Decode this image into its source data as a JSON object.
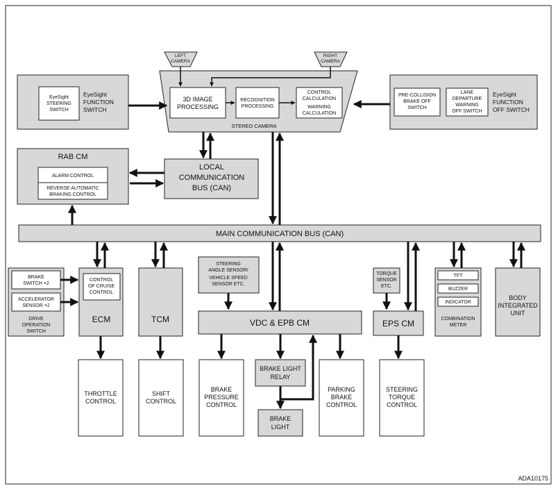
{
  "figure_id": "ADA10175",
  "stereo_camera": {
    "title": "STEREO CAMERA",
    "left_camera": [
      "LEFT",
      "CAMERA"
    ],
    "right_camera": [
      "RIGHT",
      "CAMERA"
    ],
    "image_processing": [
      "3D IMAGE",
      "PROCESSING"
    ],
    "recognition_processing": [
      "RECOGNITION",
      "PROCESSING"
    ],
    "control_calculation": [
      "CONTROL",
      "CALCULATION",
      "WARNING",
      "CALCULATION"
    ]
  },
  "eyesight_function_switch": {
    "label": [
      "EyeSight",
      "FUNCTION",
      "SWITCH"
    ],
    "steering_switch": [
      "EyeSight",
      "STEERING",
      "SWITCH"
    ]
  },
  "eyesight_function_off_switch": {
    "label": [
      "EyeSight",
      "FUNCTION",
      "OFF SWITCH"
    ],
    "pre_collision": [
      "PRE-COLLISION",
      "BRAKE OFF",
      "SWITCH"
    ],
    "lane_departure": [
      "LANE",
      "DEPARTURE",
      "WARNING",
      "OFF SWITCH"
    ]
  },
  "rab_cm": {
    "title": "RAB CM",
    "alarm_control": "ALARM CONTROL",
    "reverse_braking": [
      "REVERSE AUTOMATIC",
      "BRAKING CONTROL"
    ]
  },
  "local_bus": [
    "LOCAL",
    "COMMUNICATION",
    "BUS (CAN)"
  ],
  "main_bus": "MAIN COMMUNICATION BUS (CAN)",
  "drive_operation_switch": {
    "label": [
      "DRIVE",
      "OPERATION",
      "SWITCH"
    ],
    "brake_switch": [
      "BRAKE",
      "SWITCH ×2"
    ],
    "accelerator_sensor": [
      "ACCELERATOR",
      "SENSOR ×2"
    ]
  },
  "ecm": {
    "title": "ECM",
    "cruise": [
      "CONTROL",
      "OF CRUISE",
      "CONTROL"
    ]
  },
  "tcm": "TCM",
  "steering_angle_sensor": [
    "STEERING",
    "ANGLE SENSOR/",
    "VEHICLE SPEED",
    "SENSOR ETC."
  ],
  "vdc_epb_cm": "VDC & EPB CM",
  "torque_sensor": [
    "TORQUE",
    "SENSOR",
    "ETC."
  ],
  "eps_cm": "EPS CM",
  "combination_meter": {
    "label": [
      "COMBINATION",
      "METER"
    ],
    "tft": "TFT",
    "buzzer": "BUZZER",
    "indicator": "INDICATOR"
  },
  "body_integrated_unit": [
    "BODY",
    "INTEGRATED",
    "UNIT"
  ],
  "outputs": {
    "throttle": [
      "THROTTLE",
      "CONTROL"
    ],
    "shift": [
      "SHIFT",
      "CONTROL"
    ],
    "brake_pressure": [
      "BRAKE",
      "PRESSURE",
      "CONTROL"
    ],
    "brake_light_relay": [
      "BRAKE LIGHT",
      "RELAY"
    ],
    "brake_light": [
      "BRAKE",
      "LIGHT"
    ],
    "parking_brake": [
      "PARKING",
      "BRAKE",
      "CONTROL"
    ],
    "steering_torque": [
      "STEERING",
      "TORQUE",
      "CONTROL"
    ]
  },
  "colors": {
    "box_fill": "#d8d8d8",
    "line": "#111111",
    "background": "#ffffff"
  }
}
